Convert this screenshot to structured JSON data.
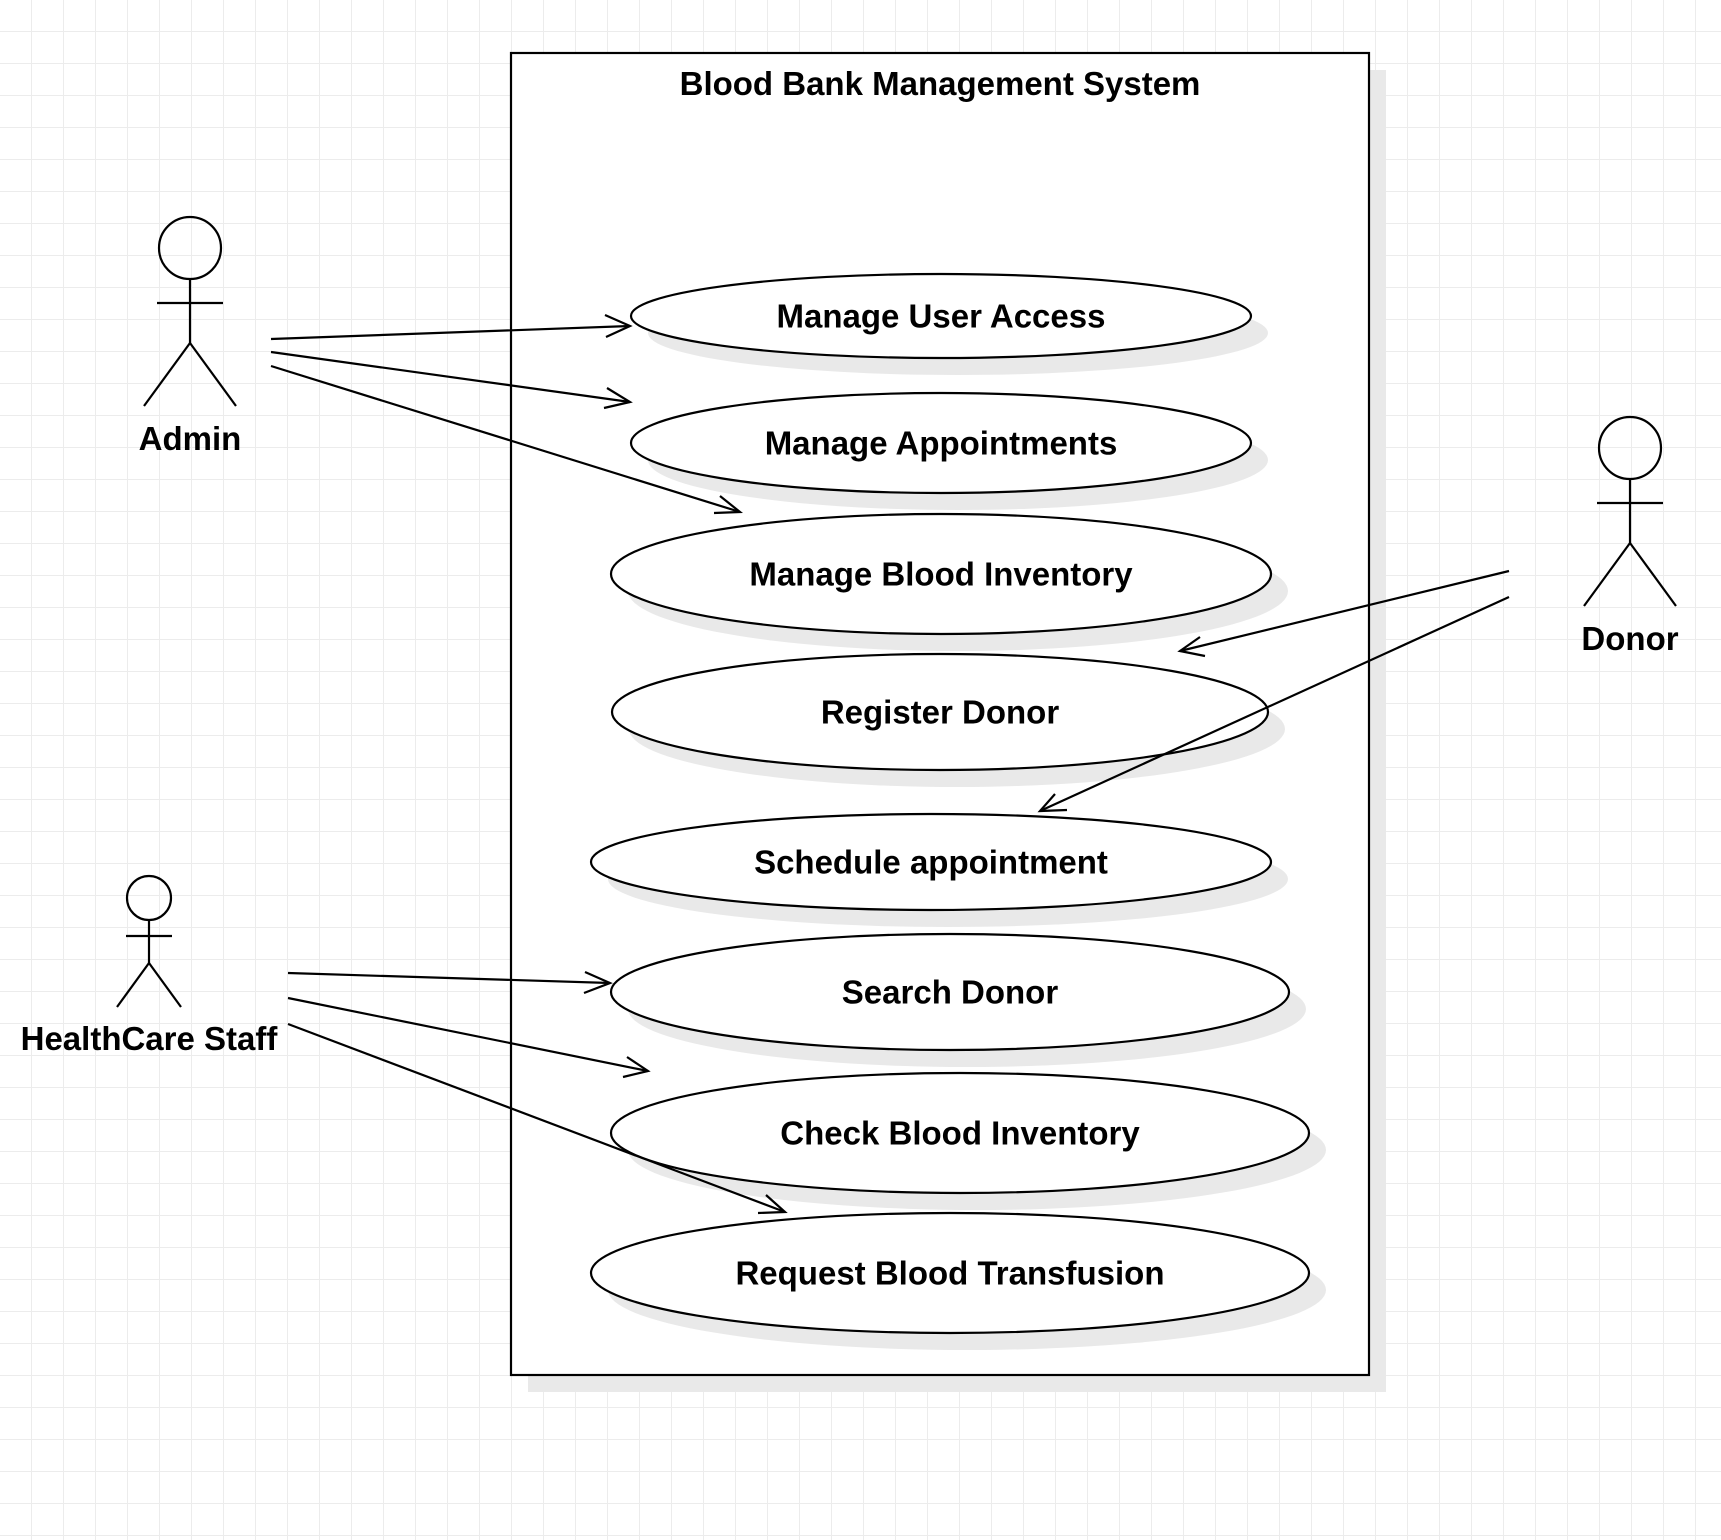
{
  "diagram": {
    "system": {
      "title": "Blood Bank Management System"
    },
    "actors": [
      {
        "id": "admin",
        "label": "Admin"
      },
      {
        "id": "donor",
        "label": "Donor"
      },
      {
        "id": "staff",
        "label": "HealthCare Staff"
      }
    ],
    "use_cases": [
      {
        "id": "manage-user-access",
        "label": "Manage User Access"
      },
      {
        "id": "manage-appointments",
        "label": "Manage Appointments"
      },
      {
        "id": "manage-blood-inventory",
        "label": "Manage Blood Inventory"
      },
      {
        "id": "register-donor",
        "label": "Register Donor"
      },
      {
        "id": "schedule-appointment",
        "label": "Schedule appointment"
      },
      {
        "id": "search-donor",
        "label": "Search Donor"
      },
      {
        "id": "check-blood-inventory",
        "label": "Check Blood Inventory"
      },
      {
        "id": "request-blood-transfusion",
        "label": "Request Blood Transfusion"
      }
    ],
    "associations": [
      {
        "from": "admin",
        "to": "manage-user-access"
      },
      {
        "from": "admin",
        "to": "manage-appointments"
      },
      {
        "from": "admin",
        "to": "manage-blood-inventory"
      },
      {
        "from": "donor",
        "to": "register-donor"
      },
      {
        "from": "donor",
        "to": "schedule-appointment"
      },
      {
        "from": "staff",
        "to": "search-donor"
      },
      {
        "from": "staff",
        "to": "check-blood-inventory"
      },
      {
        "from": "staff",
        "to": "request-blood-transfusion"
      }
    ]
  }
}
